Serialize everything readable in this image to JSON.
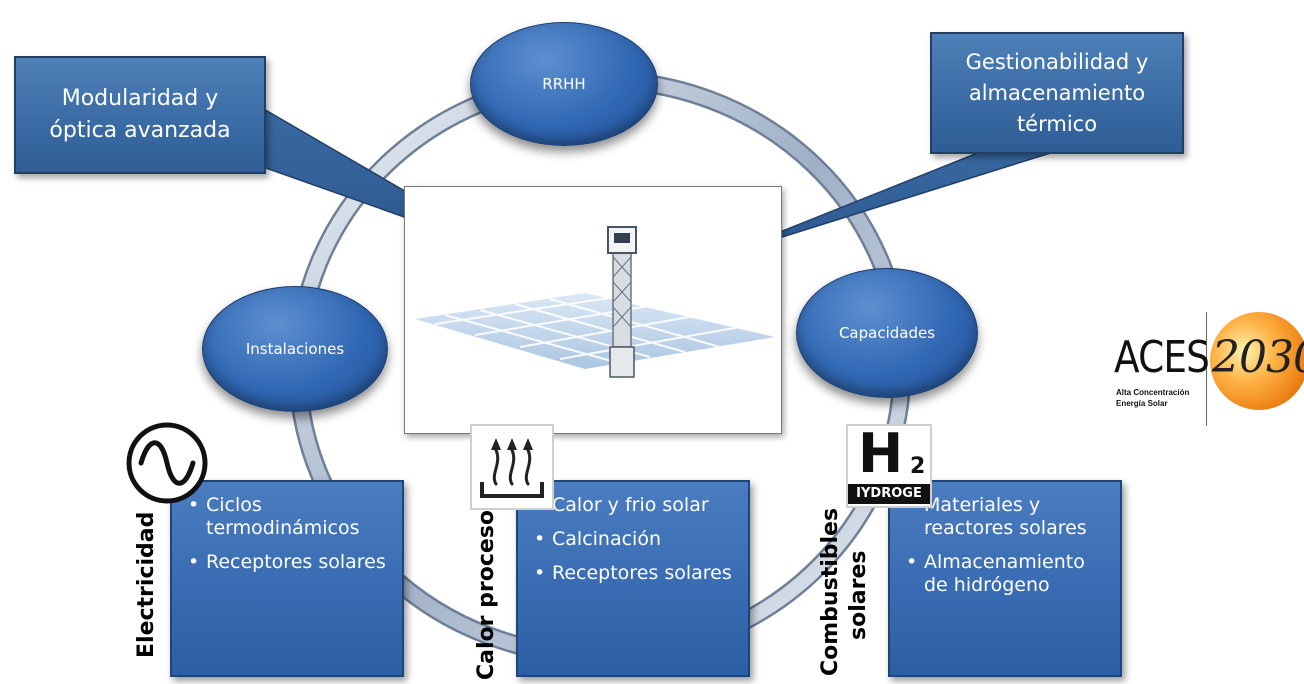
{
  "callouts": {
    "modularidad": [
      "Modularidad y",
      "óptica avanzada"
    ],
    "gestionabilidad": [
      "Gestionabilidad y",
      "almacenamiento",
      "térmico"
    ]
  },
  "ellipses": {
    "rrhh": "RRHH",
    "instalaciones": "Instalaciones",
    "capacidades": "Capacidades"
  },
  "panels": {
    "electricidad": {
      "label": "Electricidad",
      "items": [
        "Ciclos termodinámicos",
        "Receptores solares"
      ]
    },
    "calor": {
      "label": "Calor proceso",
      "items": [
        "Calor y frio solar",
        "Calcinación",
        "Receptores solares"
      ]
    },
    "combustibles": {
      "label_lines": [
        "Combustibles",
        "solares"
      ],
      "items": [
        "Materiales y reactores solares",
        "Almacenamiento de hidrógeno"
      ]
    }
  },
  "icons": {
    "electricidad": "ac-sine-wave-icon",
    "calor": "heat-waves-icon",
    "combustibles": "hydrogen-h2-icon",
    "combustibles_text": "IYDROGE",
    "combustibles_symbol": "H",
    "combustibles_subscript": "2"
  },
  "logo": {
    "aces": "ACES",
    "year": "2030",
    "sub1": "Alta Concentración",
    "sub2": "Energía Solar"
  },
  "colors": {
    "box_blue": "#3a6db3",
    "ring_gray": "#b9c3d2",
    "logo_orange": "#f08a1c"
  }
}
